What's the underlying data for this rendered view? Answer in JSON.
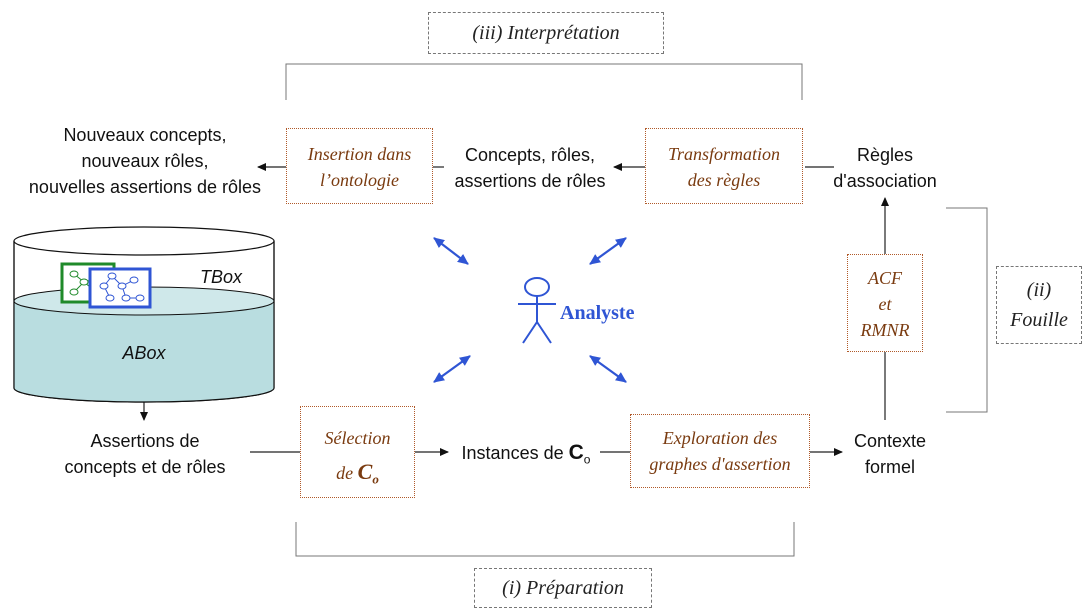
{
  "phases": {
    "interpretation": "(iii) Interprétation",
    "fouille_line1": "(ii)",
    "fouille_line2": "Fouille",
    "preparation": "(i) Préparation"
  },
  "nodes": {
    "new_concepts": [
      "Nouveaux concepts,",
      "nouveaux rôles,",
      "nouvelles assertions de rôles"
    ],
    "concepts_roles": [
      "Concepts, rôles,",
      "assertions de rôles"
    ],
    "association_rules": [
      "Règles",
      "d'association"
    ],
    "assertions": [
      "Assertions de",
      "concepts et de rôles"
    ],
    "instances_prefix": "Instances de ",
    "instances_symbol": "C",
    "instances_sub": "o",
    "formal_context": [
      "Contexte",
      "formel"
    ]
  },
  "processes": {
    "insertion": [
      "Insertion dans",
      "l’ontologie"
    ],
    "transformation": [
      "Transformation",
      "des règles"
    ],
    "acf": [
      "ACF",
      "et",
      "RMNR"
    ],
    "selection_line1": "Sélection",
    "selection_prefix": "de ",
    "selection_symbol": "C",
    "selection_sub": "o",
    "exploration": [
      "Exploration des",
      "graphes d'assertion"
    ]
  },
  "database": {
    "tbox": "TBox",
    "abox": "ABox"
  },
  "analyst": {
    "label": "Analyste"
  },
  "colors": {
    "process_border": "#b05a2a",
    "process_text": "#7a3b10",
    "analyst": "#2f55d4",
    "abox_fill": "#b9dde0",
    "tbox_green": "#1f8a2a",
    "tbox_blue": "#2f55d4"
  }
}
